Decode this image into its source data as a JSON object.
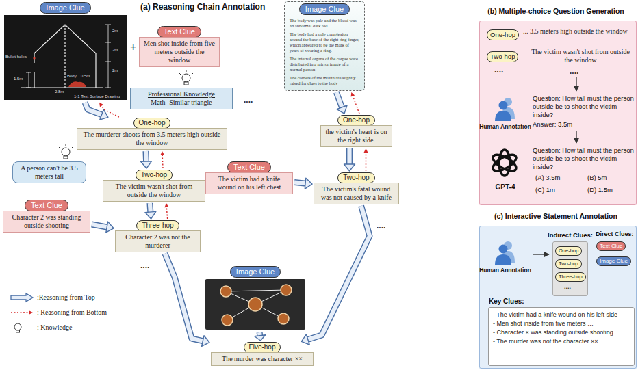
{
  "diagram": {
    "nodes": [
      {
        "text": [
          "Image Clue"
        ]
      },
      {
        "text": [
          "Text Clue",
          "Men shot inside from five meters outside the window"
        ]
      },
      {
        "text": [
          "Professional Knowledge",
          "Math- Similar triangle"
        ]
      },
      {
        "text": [
          "One-hop",
          "The murderer shoots from 3.5 meters high outside the window"
        ]
      },
      {
        "text": [
          "A person can't be 3.5 meters tall"
        ]
      },
      {
        "text": [
          "Two-hop",
          "The victim wasn't shot from outside the window"
        ]
      },
      {
        "text": [
          "Text Clue",
          "Character 2 was standing outside shooting"
        ]
      },
      {
        "text": [
          "Three-hop",
          "Character 2 was not the murderer"
        ]
      },
      {
        "text": [
          "Image Clue",
          "The body was pale and the blood was an abnormal dark red.",
          "The body had a pale complexion around the base of the right ring finger, which appeared to be the mark of years of wearing a ring.",
          "The internal organs of the corpse were distributed in a mirror image of a normal person",
          "The corners of the mouth are slightly raised for clues to the body"
        ]
      },
      {
        "text": [
          "One-hop",
          "the victim's heart is on the right side."
        ]
      },
      {
        "text": [
          "Text Clue",
          "The victim had a knife wound on his left chest"
        ]
      },
      {
        "text": [
          "Two-hop",
          "The victim's fatal wound was not caused by a knife"
        ]
      },
      {
        "text": [
          "Image Clue"
        ]
      },
      {
        "text": [
          "Five-hop",
          "The murder was character ××"
        ]
      },
      {
        "text": [
          "(b) Multiple-choice Question Generation"
        ]
      },
      {
        "text": [
          "One-hop"
        ],
        "in": 14
      },
      {
        "text": [
          "Two-hop"
        ],
        "in": 14
      },
      {
        "text": [
          "(c) Interactive Statement Annotation"
        ]
      },
      {
        "text": [
          "Indirect Clues:"
        ],
        "in": 17
      },
      {
        "text": [
          "One-hop"
        ],
        "in": 18
      },
      {
        "text": [
          "Two-hop"
        ],
        "in": 18
      },
      {
        "text": [
          "Three-hop"
        ],
        "in": 18
      },
      {
        "text": [
          "Text Clue"
        ],
        "in": 17
      },
      {
        "text": [
          "Image Clue"
        ],
        "in": 17
      },
      {
        "text": [
          "Key Clues:",
          "- The victim had a knife wound on his left side",
          "- Men shot inside from five meters …",
          "- Character × was standing outside shooting",
          "- The murder was not the character ××."
        ],
        "in": 17
      }
    ],
    "edges": [
      {
        "from": 0,
        "to": 3,
        "arrow": "to"
      },
      {
        "from": 3,
        "to": 0,
        "arrow": "to"
      },
      {
        "from": 3,
        "to": 5,
        "arrow": "to"
      },
      {
        "from": 5,
        "to": 3,
        "arrow": "to"
      },
      {
        "from": 5,
        "to": 7,
        "arrow": "to"
      },
      {
        "from": 6,
        "to": 7,
        "arrow": "to"
      },
      {
        "from": 7,
        "to": 5,
        "arrow": "to"
      },
      {
        "from": 7,
        "to": 13,
        "arrow": "to"
      },
      {
        "from": 8,
        "to": 9,
        "arrow": "to"
      },
      {
        "from": 9,
        "to": 8,
        "arrow": "to"
      },
      {
        "from": 9,
        "to": 11,
        "arrow": "to"
      },
      {
        "from": 10,
        "to": 11,
        "arrow": "to"
      },
      {
        "from": 11,
        "to": 9,
        "arrow": "to"
      },
      {
        "from": 11,
        "to": 13,
        "arrow": "to"
      },
      {
        "from": 12,
        "to": 13,
        "arrow": "to"
      }
    ],
    "labels": [
      "(a) Reasoning Chain Annotation",
      "+",
      "....",
      "2m",
      "2m",
      "2m",
      "1.5m",
      "0.5m",
      "2.8m",
      "Bullet holes",
      "Body",
      "1-1 Text Surface Drawing",
      "....",
      "....",
      "... 3.5 meters high outside the window",
      "The victim wasn't shot from outside the window",
      "....",
      "....",
      "Human Annotation",
      "Question: How tall must the person outside be to shoot the victim inside?",
      "Answer: 3.5m",
      "GPT-4",
      "Question: How tall must the person outside be to shoot the victim inside?",
      "(A) 3.5m",
      "(B) 5m",
      "(C) 1m",
      "(D) 1.5m",
      "Human Annotation",
      "Direct Clues:",
      "...."
    ],
    "legend": [
      {
        "text": ":Reasoning from Top"
      },
      {
        "text": ": Reasoning from Bottom"
      },
      {
        "text": ": Knowledge"
      }
    ]
  }
}
